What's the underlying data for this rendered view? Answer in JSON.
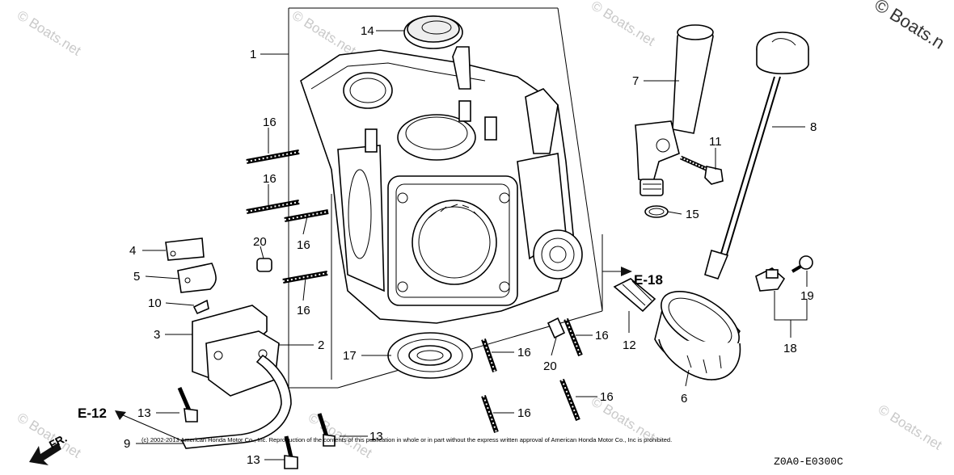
{
  "watermark": {
    "text": "© Boats.net",
    "corner_text": "© Boats.n"
  },
  "callouts": {
    "c1": "1",
    "c2": "2",
    "c3": "3",
    "c4": "4",
    "c5": "5",
    "c6": "6",
    "c7": "7",
    "c8": "8",
    "c9": "9",
    "c10": "10",
    "c11": "11",
    "c12": "12",
    "c13a": "13",
    "c13b": "13",
    "c13c": "13",
    "c14": "14",
    "c15": "15",
    "c16a": "16",
    "c16b": "16",
    "c16c": "16",
    "c16d": "16",
    "c16e": "16",
    "c16f": "16",
    "c16g": "16",
    "c16h": "16",
    "c17": "17",
    "c18": "18",
    "c19": "19",
    "c20a": "20",
    "c20b": "20"
  },
  "references": {
    "e18": "E-18",
    "e12": "E-12",
    "front": "FR."
  },
  "copyright": "(c) 2002-2013 American Honda Motor Co., Inc. Reproduction of the contents of this publication in whole or in part without the express written approval of American Honda Motor Co., Inc is prohibited.",
  "diagram_code": "Z0A0-E0300C"
}
